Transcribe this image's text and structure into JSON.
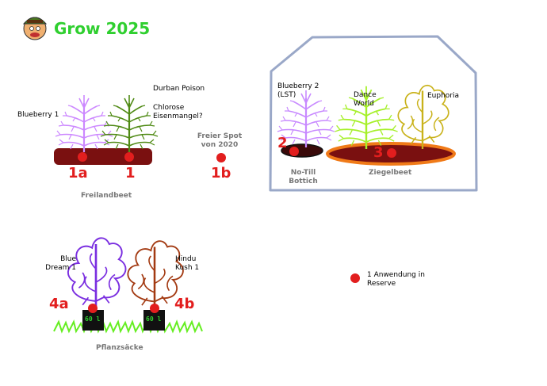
{
  "title": "Grow 2025",
  "colors": {
    "title": "#2fcf2f",
    "marker": "#e21e1e",
    "greenhouse": "#9aa8c8",
    "bed": "#7a1010",
    "grass": "#66ee22"
  },
  "icons": [
    "cartoon-face-icon"
  ],
  "freiland": {
    "label": "Freilandbeet",
    "plant_1a": {
      "name": "Blueberry 1",
      "number": "1a",
      "color": "#cc88ff"
    },
    "plant_1": {
      "name": "Durban Poison",
      "note": "Chlorose Eisenmangel?",
      "number": "1",
      "color": "#4f8a14"
    }
  },
  "free_spot": {
    "label": "Freier Spot von 2020",
    "number": "1b"
  },
  "greenhouse": {
    "plant_2": {
      "name": "Blueberry 2 (LST)",
      "number": "2",
      "color": "#c88aff"
    },
    "plant_dance": {
      "name": "Dance World",
      "color": "#a6f02a"
    },
    "plant_euphoria": {
      "name": "Euphoria",
      "color": "#c9b21a"
    },
    "number_3": "3",
    "bottich_label": "No-Till Bottich",
    "ziegelbeet_label": "Ziegelbeet"
  },
  "bags": {
    "label": "Pflanzsäcke",
    "plant_4a": {
      "name": "Blue Dream 1",
      "number": "4a",
      "size": "60 l",
      "color": "#7a2ee0"
    },
    "plant_4b": {
      "name": "Hindu Kush 1",
      "number": "4b",
      "size": "60 l",
      "color": "#a33a12"
    }
  },
  "reserve": {
    "label": "1 Anwendung in Reserve"
  }
}
